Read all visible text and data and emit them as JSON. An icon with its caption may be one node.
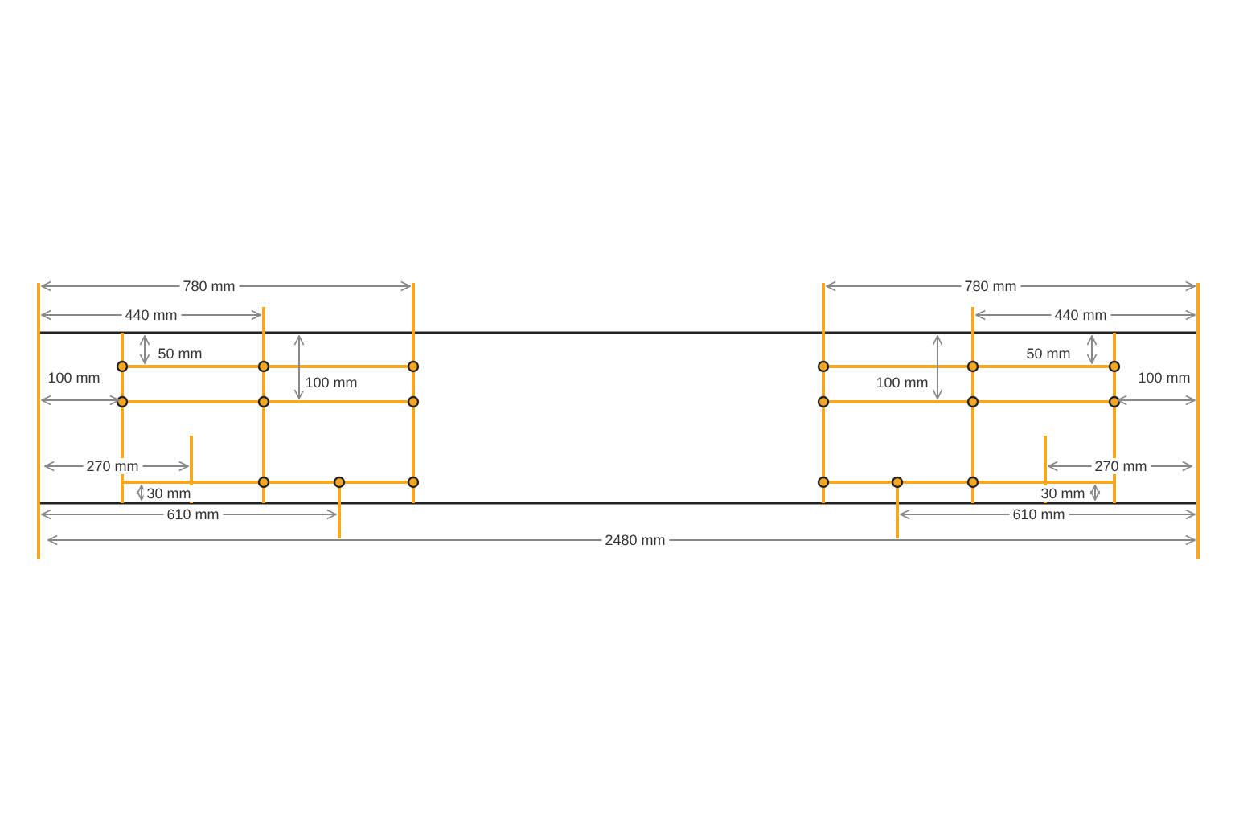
{
  "diagram": {
    "labels": [
      "780 mm",
      "780 mm",
      "440 mm",
      "440 mm",
      "50 mm",
      "50 mm",
      "100 mm",
      "100 mm",
      "100 mm",
      "100 mm",
      "270 mm",
      "270 mm",
      "30 mm",
      "30 mm",
      "610 mm",
      "610 mm",
      "2480 mm"
    ]
  }
}
